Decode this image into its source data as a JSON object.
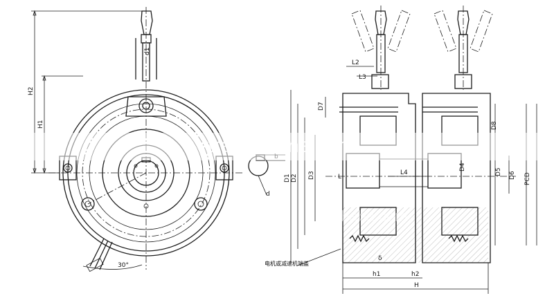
{
  "watermarks": {
    "main": "trade.china.com",
    "faint": "alibaba.com"
  },
  "front_view": {
    "labels": {
      "H2": "H2",
      "H1": "H1",
      "d1": "d1",
      "angle": "30°"
    }
  },
  "keyway": {
    "labels": {
      "b": "b",
      "d": "d"
    }
  },
  "section_view": {
    "labels": {
      "L2": "L2",
      "L3": "L3",
      "D7": "D7",
      "D1": "D1",
      "D2": "D2",
      "D3": "D3",
      "L": "L",
      "L4": "L4",
      "D4": "D4",
      "D5": "D5",
      "D6": "D6",
      "PCD": "PCD",
      "D8": "D8",
      "h1": "h1",
      "h2": "h2",
      "H": "H",
      "delta": "δ"
    },
    "note": "电机或减速机端盖"
  },
  "colors": {
    "line": "#1a1a1a",
    "background": "#ffffff"
  }
}
